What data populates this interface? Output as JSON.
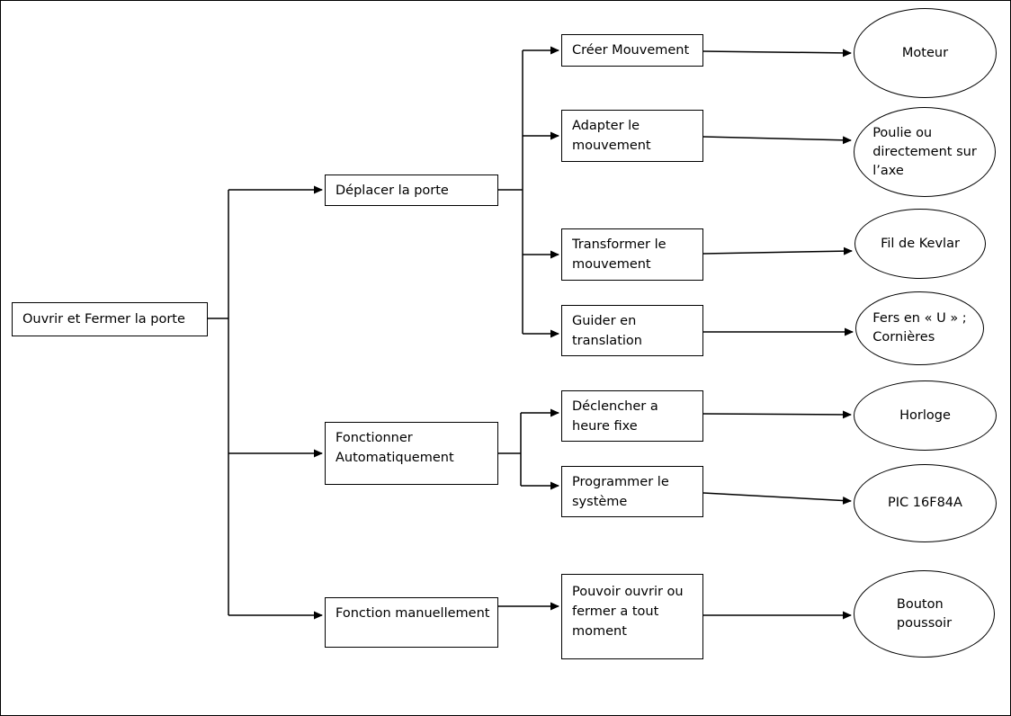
{
  "diagram": {
    "kind": "function-analysis-tree",
    "colors": {
      "stroke": "#000000",
      "background": "#ffffff",
      "text": "#000000"
    },
    "nodes": {
      "root": {
        "lines": [
          "Ouvrir et Fermer la porte"
        ]
      },
      "deplacer": {
        "lines": [
          "Déplacer la porte"
        ]
      },
      "fonctionner": {
        "lines": [
          "Fonctionner",
          "Automatiquement"
        ]
      },
      "fonctionman": {
        "lines": [
          "Fonction manuellement"
        ]
      },
      "creer": {
        "lines": [
          "Créer Mouvement"
        ]
      },
      "adapter": {
        "lines": [
          "Adapter le",
          "mouvement"
        ]
      },
      "transformer": {
        "lines": [
          "Transformer le",
          "mouvement"
        ]
      },
      "guider": {
        "lines": [
          "Guider en",
          "translation"
        ]
      },
      "declencher": {
        "lines": [
          "Déclencher a",
          "heure fixe"
        ]
      },
      "programmer": {
        "lines": [
          "Programmer le",
          "système"
        ]
      },
      "pouvoir": {
        "lines": [
          "Pouvoir ouvrir ou",
          "fermer a tout",
          "moment"
        ]
      },
      "moteur": {
        "lines": [
          "Moteur"
        ]
      },
      "poulie": {
        "lines": [
          "Poulie ou",
          "directement sur",
          "l’axe"
        ]
      },
      "kevlar": {
        "lines": [
          "Fil de Kevlar"
        ]
      },
      "fers": {
        "lines": [
          "Fers en « U » ;",
          "Cornières"
        ]
      },
      "horloge": {
        "lines": [
          "Horloge"
        ]
      },
      "pic": {
        "lines": [
          "PIC 16F84A"
        ]
      },
      "bouton": {
        "lines": [
          "Bouton",
          "poussoir"
        ]
      }
    },
    "edges": [
      {
        "from": "root",
        "to": "deplacer"
      },
      {
        "from": "root",
        "to": "fonctionner"
      },
      {
        "from": "root",
        "to": "fonctionman"
      },
      {
        "from": "deplacer",
        "to": "creer"
      },
      {
        "from": "deplacer",
        "to": "adapter"
      },
      {
        "from": "deplacer",
        "to": "transformer"
      },
      {
        "from": "deplacer",
        "to": "guider"
      },
      {
        "from": "fonctionner",
        "to": "declencher"
      },
      {
        "from": "fonctionner",
        "to": "programmer"
      },
      {
        "from": "fonctionman",
        "to": "pouvoir"
      },
      {
        "from": "creer",
        "to": "moteur"
      },
      {
        "from": "adapter",
        "to": "poulie"
      },
      {
        "from": "transformer",
        "to": "kevlar"
      },
      {
        "from": "guider",
        "to": "fers"
      },
      {
        "from": "declencher",
        "to": "horloge"
      },
      {
        "from": "programmer",
        "to": "pic"
      },
      {
        "from": "pouvoir",
        "to": "bouton"
      }
    ]
  }
}
